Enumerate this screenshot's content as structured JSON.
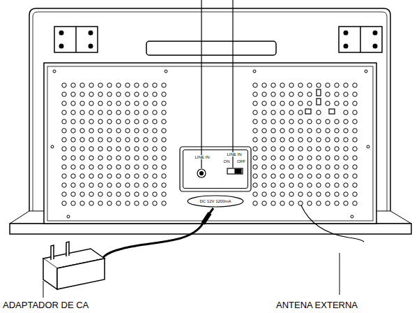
{
  "diagram": {
    "nodes": [
      {
        "text": [
          "LINE IN",
          "LINE IN",
          "ON",
          "OFF"
        ]
      },
      {
        "text": [
          "DC 12V 1200mA"
        ]
      }
    ],
    "labels": [
      "ADAPTADOR DE CA",
      "ANTENA EXTERNA"
    ]
  }
}
